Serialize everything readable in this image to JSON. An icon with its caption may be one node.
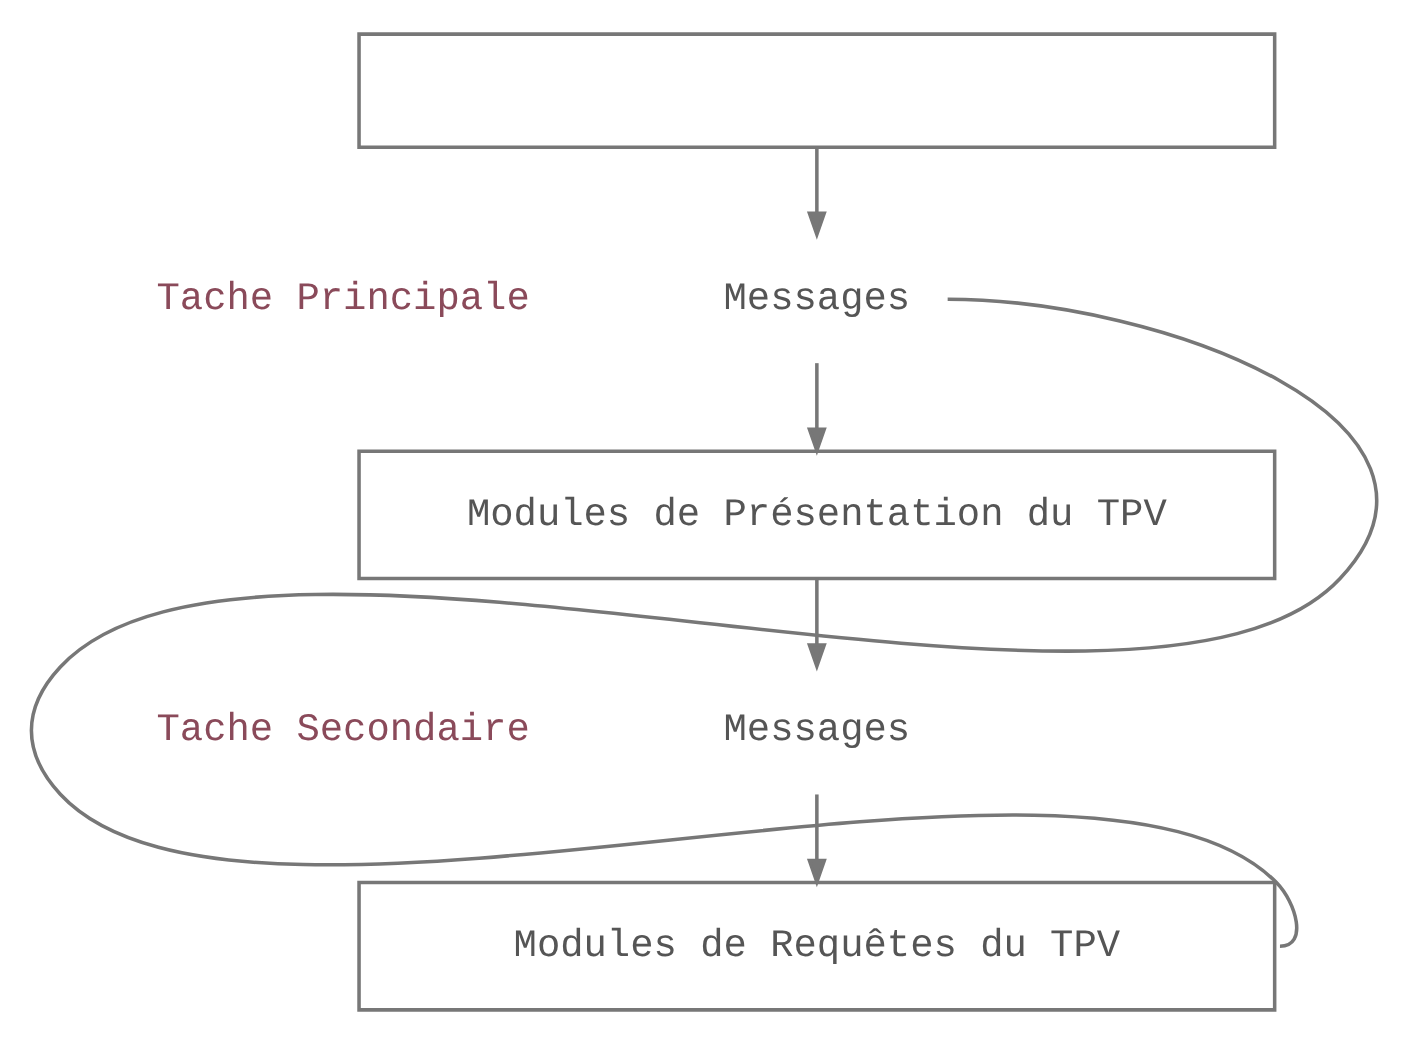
{
  "diagram": {
    "nodes": [
      {
        "text": [],
        "shape": "box"
      },
      {
        "text": [
          "Messages"
        ]
      },
      {
        "text": [
          "Modules de Présentation du TPV"
        ]
      },
      {
        "text": [
          "Messages"
        ]
      },
      {
        "text": [
          "Modules de Requêtes du TPV"
        ]
      }
    ],
    "edges": [
      {
        "from": 0,
        "to": 1,
        "arrow": "to"
      },
      {
        "from": 1,
        "to": 2,
        "arrow": "to"
      },
      {
        "from": 2,
        "to": 3,
        "arrow": "to"
      },
      {
        "from": 3,
        "to": 4,
        "arrow": "to"
      },
      {
        "from": 4,
        "to": 1,
        "arrow": "none"
      }
    ],
    "labels": [
      "Tache Principale",
      "Tache Secondaire"
    ]
  }
}
